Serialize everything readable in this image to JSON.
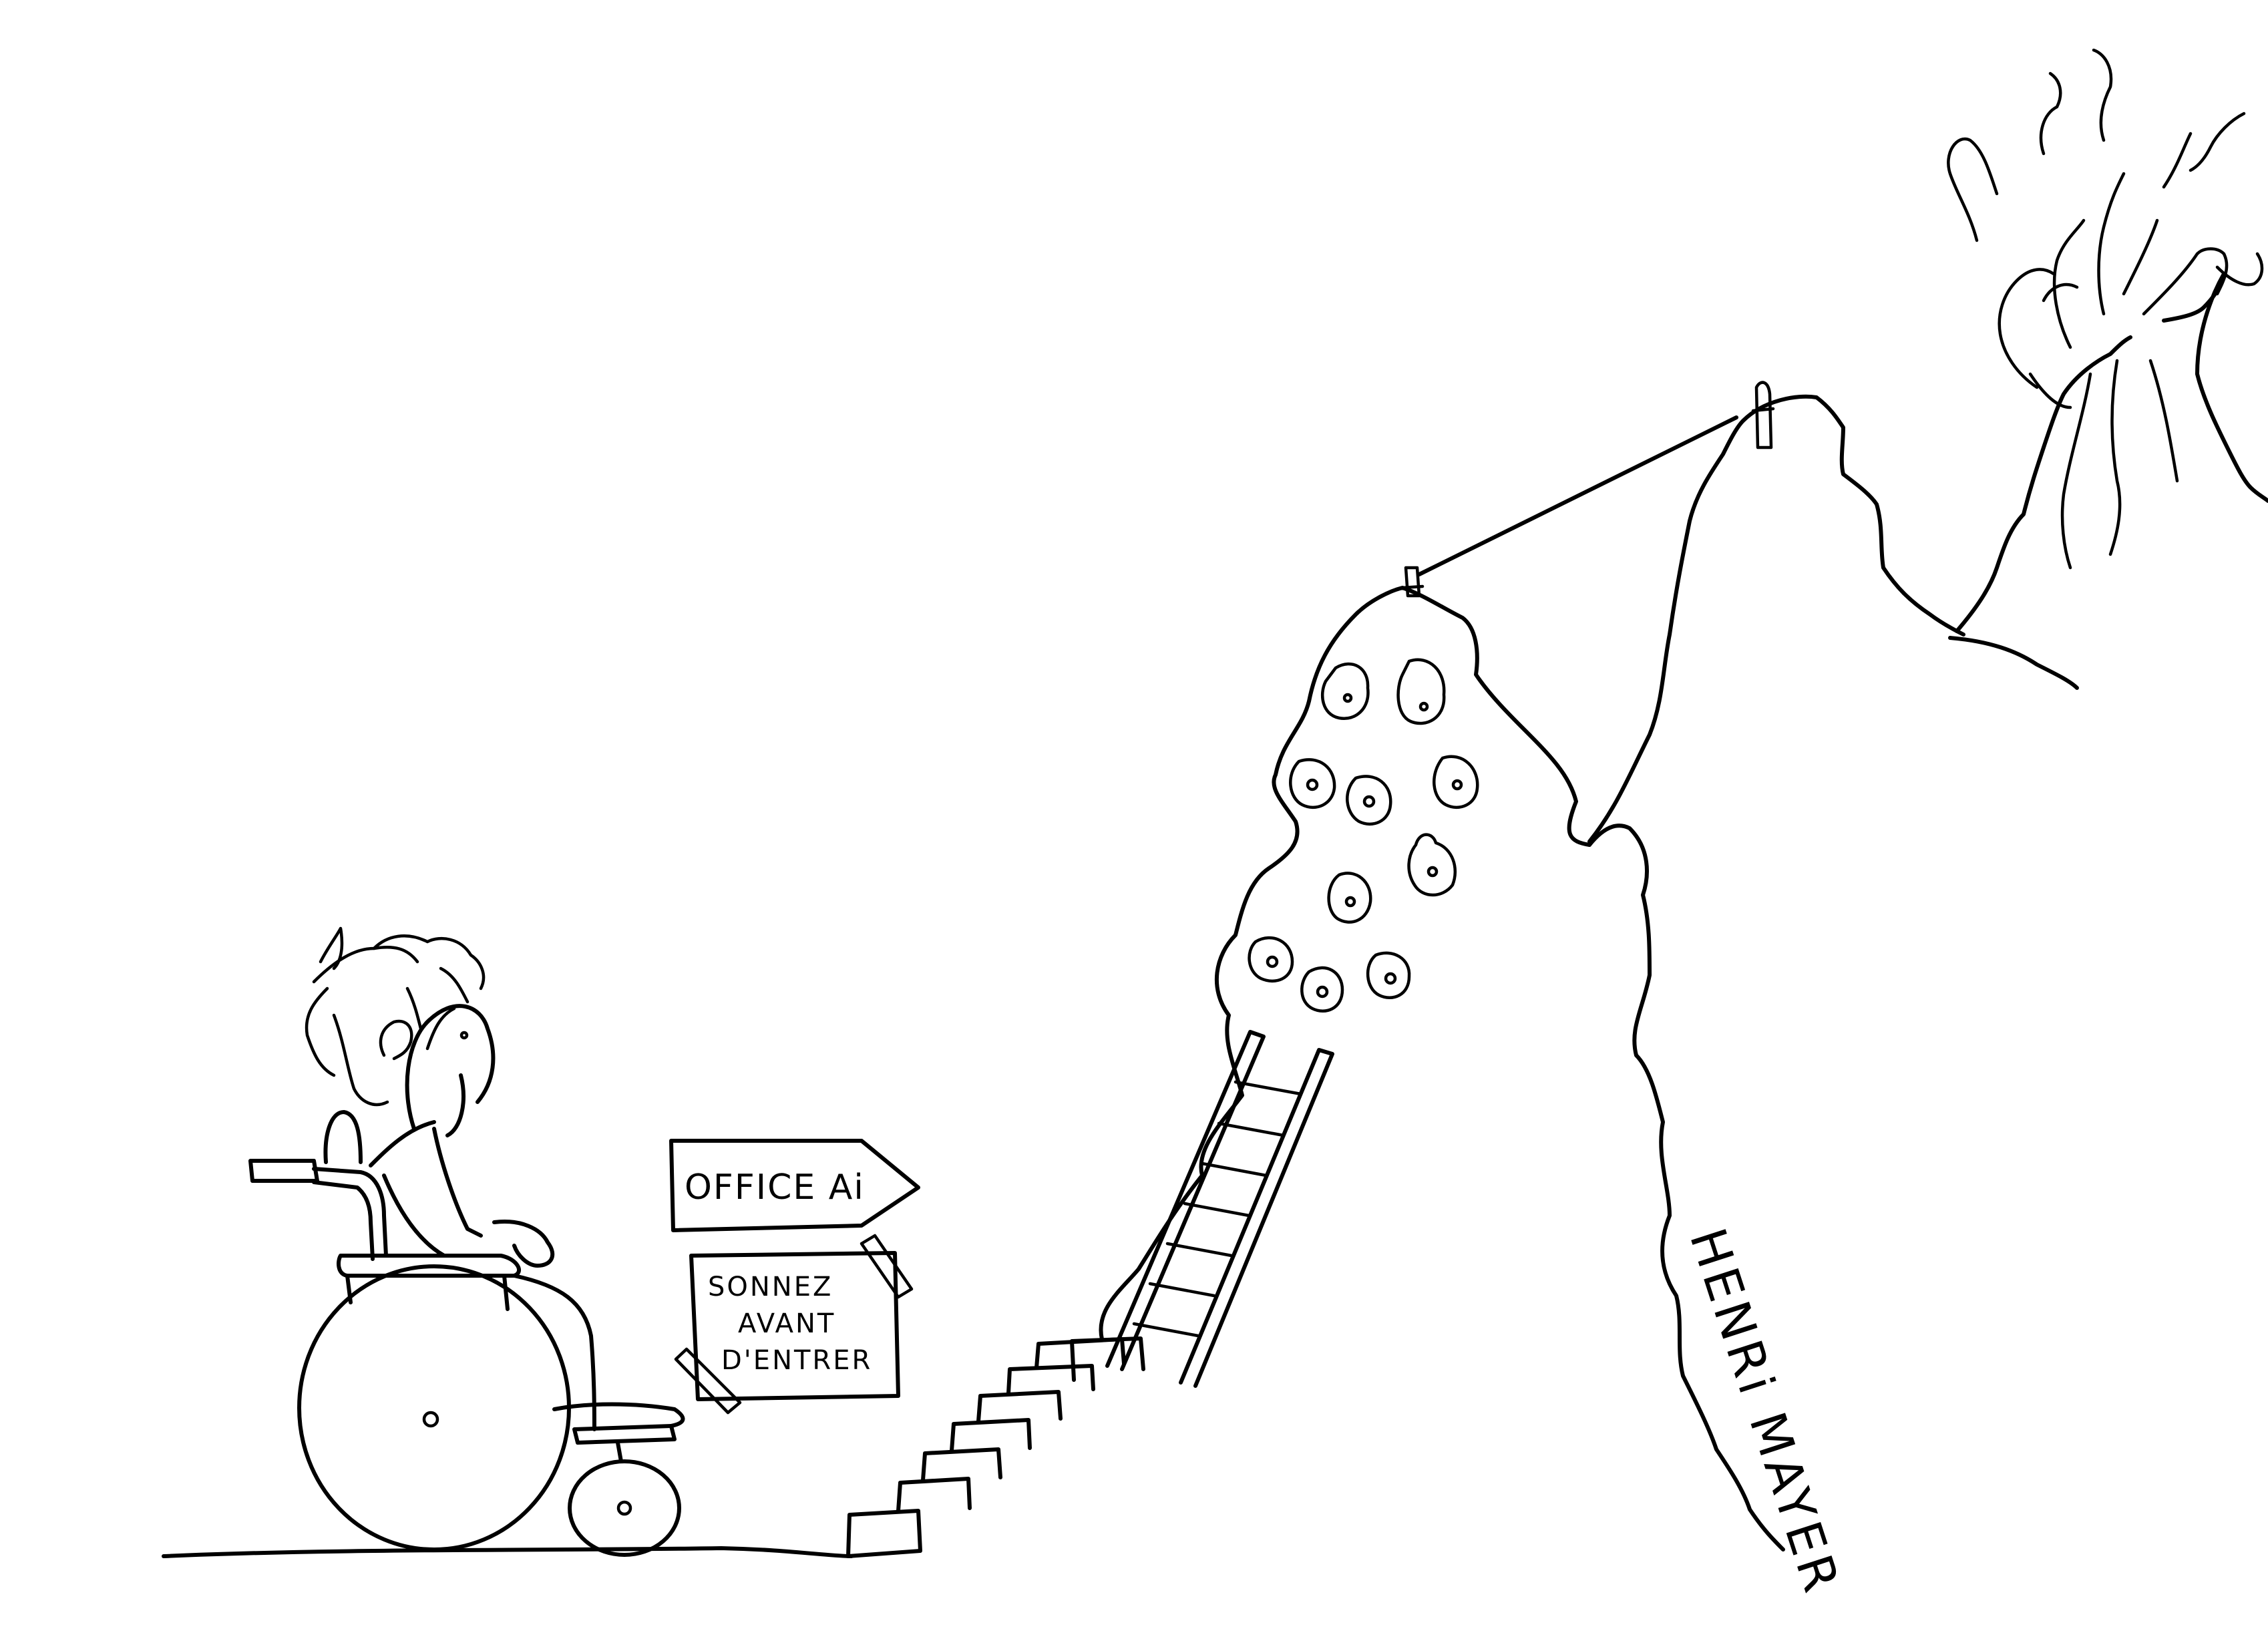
{
  "signs": {
    "direction_sign": "OFFICE Ai",
    "notice_sign_lines": [
      "SONNEZ",
      "AVANT",
      "D'ENTRER"
    ]
  },
  "signature": "HENRi MAYER",
  "colors": {
    "ink": "#000000",
    "paper": "#ffffff"
  }
}
